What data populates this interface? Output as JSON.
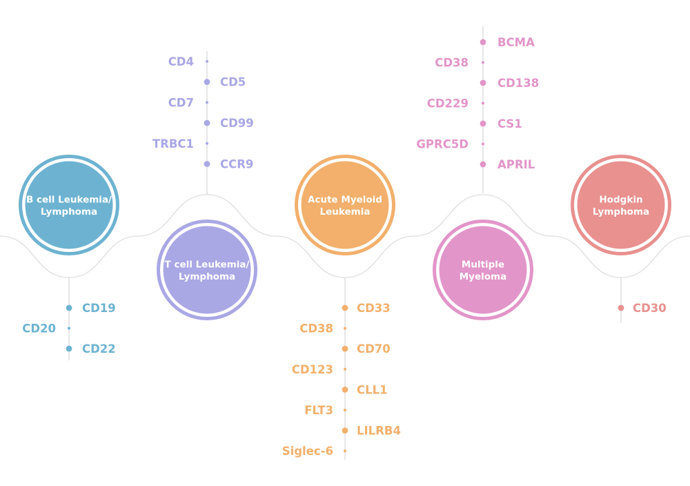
{
  "colors": {
    "wave": "#e3e3e3",
    "stem": "#dcdcdc",
    "ring_bg": "#ffffff"
  },
  "diseases": [
    {
      "id": "b-cell",
      "label_lines": [
        "B cell Leukemia/",
        "Lymphoma"
      ],
      "color": "#6db3d1",
      "markers": [
        {
          "name": "CD19",
          "side": "right",
          "dot": "large"
        },
        {
          "name": "CD20",
          "side": "left",
          "dot": "small"
        },
        {
          "name": "CD22",
          "side": "right",
          "dot": "large"
        }
      ]
    },
    {
      "id": "t-cell",
      "label_lines": [
        "T cell Leukemia/",
        "Lymphoma"
      ],
      "color": "#a9a7e4",
      "markers": [
        {
          "name": "CD4",
          "side": "left",
          "dot": "small"
        },
        {
          "name": "CD5",
          "side": "right",
          "dot": "large"
        },
        {
          "name": "CD7",
          "side": "left",
          "dot": "small"
        },
        {
          "name": "CD99",
          "side": "right",
          "dot": "large"
        },
        {
          "name": "TRBC1",
          "side": "left",
          "dot": "small"
        },
        {
          "name": "CCR9",
          "side": "right",
          "dot": "large"
        }
      ]
    },
    {
      "id": "aml",
      "label_lines": [
        "Acute Myeloid",
        "Leukemia"
      ],
      "color": "#f2b06c",
      "markers": [
        {
          "name": "CD33",
          "side": "right",
          "dot": "large"
        },
        {
          "name": "CD38",
          "side": "left",
          "dot": "small"
        },
        {
          "name": "CD70",
          "side": "right",
          "dot": "large"
        },
        {
          "name": "CD123",
          "side": "left",
          "dot": "small"
        },
        {
          "name": "CLL1",
          "side": "right",
          "dot": "large"
        },
        {
          "name": "FLT3",
          "side": "left",
          "dot": "small"
        },
        {
          "name": "LILRB4",
          "side": "right",
          "dot": "large"
        },
        {
          "name": "Siglec-6",
          "side": "left",
          "dot": "small"
        }
      ]
    },
    {
      "id": "mm",
      "label_lines": [
        "Multiple",
        "Myeloma"
      ],
      "color": "#e295c9",
      "markers": [
        {
          "name": "BCMA",
          "side": "right",
          "dot": "large"
        },
        {
          "name": "CD38",
          "side": "left",
          "dot": "small"
        },
        {
          "name": "CD138",
          "side": "right",
          "dot": "large"
        },
        {
          "name": "CD229",
          "side": "left",
          "dot": "small"
        },
        {
          "name": "CS1",
          "side": "right",
          "dot": "large"
        },
        {
          "name": "GPRC5D",
          "side": "left",
          "dot": "small"
        },
        {
          "name": "APRIL",
          "side": "right",
          "dot": "large"
        }
      ]
    },
    {
      "id": "hodgkin",
      "label_lines": [
        "Hodgkin",
        "Lymphoma"
      ],
      "color": "#e8918f",
      "markers": [
        {
          "name": "CD30",
          "side": "right",
          "dot": "large"
        }
      ]
    }
  ]
}
